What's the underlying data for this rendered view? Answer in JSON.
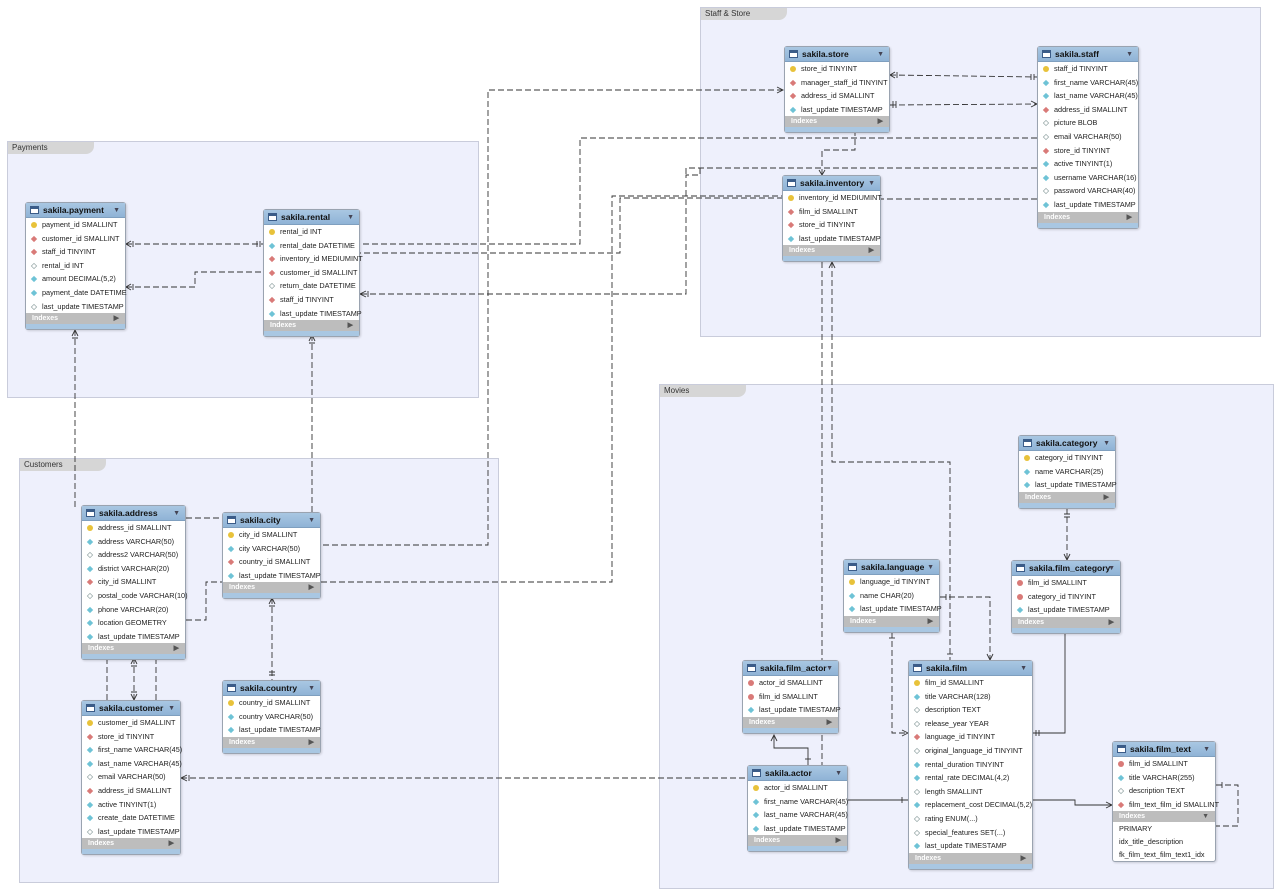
{
  "groups": [
    {
      "id": "g-staff",
      "title": "Staff & Store"
    },
    {
      "id": "g-pay",
      "title": "Payments"
    },
    {
      "id": "g-cust",
      "title": "Customers"
    },
    {
      "id": "g-movies",
      "title": "Movies"
    }
  ],
  "tables": {
    "store": {
      "title": "sakila.store",
      "indexes": "Indexes",
      "cols": [
        {
          "t": "pk",
          "n": "store_id TINYINT"
        },
        {
          "t": "fk",
          "n": "manager_staff_id TINYINT"
        },
        {
          "t": "fk",
          "n": "address_id SMALLINT"
        },
        {
          "t": "nn",
          "n": "last_update TIMESTAMP"
        }
      ]
    },
    "staff": {
      "title": "sakila.staff",
      "indexes": "Indexes",
      "cols": [
        {
          "t": "pk",
          "n": "staff_id TINYINT"
        },
        {
          "t": "nn",
          "n": "first_name VARCHAR(45)"
        },
        {
          "t": "nn",
          "n": "last_name VARCHAR(45)"
        },
        {
          "t": "fk",
          "n": "address_id SMALLINT"
        },
        {
          "t": "nl",
          "n": "picture BLOB"
        },
        {
          "t": "nl",
          "n": "email VARCHAR(50)"
        },
        {
          "t": "fk",
          "n": "store_id TINYINT"
        },
        {
          "t": "nn",
          "n": "active TINYINT(1)"
        },
        {
          "t": "nn",
          "n": "username VARCHAR(16)"
        },
        {
          "t": "nl",
          "n": "password VARCHAR(40)"
        },
        {
          "t": "nn",
          "n": "last_update TIMESTAMP"
        }
      ]
    },
    "inventory": {
      "title": "sakila.inventory",
      "indexes": "Indexes",
      "cols": [
        {
          "t": "pk",
          "n": "inventory_id MEDIUMINT"
        },
        {
          "t": "fk",
          "n": "film_id SMALLINT"
        },
        {
          "t": "fk",
          "n": "store_id TINYINT"
        },
        {
          "t": "nn",
          "n": "last_update TIMESTAMP"
        }
      ]
    },
    "payment": {
      "title": "sakila.payment",
      "indexes": "Indexes",
      "cols": [
        {
          "t": "pk",
          "n": "payment_id SMALLINT"
        },
        {
          "t": "fk",
          "n": "customer_id SMALLINT"
        },
        {
          "t": "fk",
          "n": "staff_id TINYINT"
        },
        {
          "t": "nl",
          "n": "rental_id INT"
        },
        {
          "t": "nn",
          "n": "amount DECIMAL(5,2)"
        },
        {
          "t": "nn",
          "n": "payment_date DATETIME"
        },
        {
          "t": "nl",
          "n": "last_update TIMESTAMP"
        }
      ]
    },
    "rental": {
      "title": "sakila.rental",
      "indexes": "Indexes",
      "cols": [
        {
          "t": "pk",
          "n": "rental_id INT"
        },
        {
          "t": "nn",
          "n": "rental_date DATETIME"
        },
        {
          "t": "fk",
          "n": "inventory_id MEDIUMINT"
        },
        {
          "t": "fk",
          "n": "customer_id SMALLINT"
        },
        {
          "t": "nl",
          "n": "return_date DATETIME"
        },
        {
          "t": "fk",
          "n": "staff_id TINYINT"
        },
        {
          "t": "nn",
          "n": "last_update TIMESTAMP"
        }
      ]
    },
    "address": {
      "title": "sakila.address",
      "indexes": "Indexes",
      "cols": [
        {
          "t": "pk",
          "n": "address_id SMALLINT"
        },
        {
          "t": "nn",
          "n": "address VARCHAR(50)"
        },
        {
          "t": "nl",
          "n": "address2 VARCHAR(50)"
        },
        {
          "t": "nn",
          "n": "district VARCHAR(20)"
        },
        {
          "t": "fk",
          "n": "city_id SMALLINT"
        },
        {
          "t": "nl",
          "n": "postal_code VARCHAR(10)"
        },
        {
          "t": "nn",
          "n": "phone VARCHAR(20)"
        },
        {
          "t": "nn",
          "n": "location GEOMETRY"
        },
        {
          "t": "nn",
          "n": "last_update TIMESTAMP"
        }
      ]
    },
    "city": {
      "title": "sakila.city",
      "indexes": "Indexes",
      "cols": [
        {
          "t": "pk",
          "n": "city_id SMALLINT"
        },
        {
          "t": "nn",
          "n": "city VARCHAR(50)"
        },
        {
          "t": "fk",
          "n": "country_id SMALLINT"
        },
        {
          "t": "nn",
          "n": "last_update TIMESTAMP"
        }
      ]
    },
    "country": {
      "title": "sakila.country",
      "indexes": "Indexes",
      "cols": [
        {
          "t": "pk",
          "n": "country_id SMALLINT"
        },
        {
          "t": "nn",
          "n": "country VARCHAR(50)"
        },
        {
          "t": "nn",
          "n": "last_update TIMESTAMP"
        }
      ]
    },
    "customer": {
      "title": "sakila.customer",
      "indexes": "Indexes",
      "cols": [
        {
          "t": "pk",
          "n": "customer_id SMALLINT"
        },
        {
          "t": "fk",
          "n": "store_id TINYINT"
        },
        {
          "t": "nn",
          "n": "first_name VARCHAR(45)"
        },
        {
          "t": "nn",
          "n": "last_name VARCHAR(45)"
        },
        {
          "t": "nl",
          "n": "email VARCHAR(50)"
        },
        {
          "t": "fk",
          "n": "address_id SMALLINT"
        },
        {
          "t": "nn",
          "n": "active TINYINT(1)"
        },
        {
          "t": "nn",
          "n": "create_date DATETIME"
        },
        {
          "t": "nl",
          "n": "last_update TIMESTAMP"
        }
      ]
    },
    "category": {
      "title": "sakila.category",
      "indexes": "Indexes",
      "cols": [
        {
          "t": "pk",
          "n": "category_id TINYINT"
        },
        {
          "t": "nn",
          "n": "name VARCHAR(25)"
        },
        {
          "t": "nn",
          "n": "last_update TIMESTAMP"
        }
      ]
    },
    "language": {
      "title": "sakila.language",
      "indexes": "Indexes",
      "cols": [
        {
          "t": "pk",
          "n": "language_id TINYINT"
        },
        {
          "t": "nn",
          "n": "name CHAR(20)"
        },
        {
          "t": "nn",
          "n": "last_update TIMESTAMP"
        }
      ]
    },
    "film_category": {
      "title": "sakila.film_category",
      "indexes": "Indexes",
      "cols": [
        {
          "t": "pf",
          "n": "film_id SMALLINT"
        },
        {
          "t": "pf",
          "n": "category_id TINYINT"
        },
        {
          "t": "nn",
          "n": "last_update TIMESTAMP"
        }
      ]
    },
    "film_actor": {
      "title": "sakila.film_actor",
      "indexes": "Indexes",
      "cols": [
        {
          "t": "pf",
          "n": "actor_id SMALLINT"
        },
        {
          "t": "pf",
          "n": "film_id SMALLINT"
        },
        {
          "t": "nn",
          "n": "last_update TIMESTAMP"
        }
      ]
    },
    "film": {
      "title": "sakila.film",
      "indexes": "Indexes",
      "cols": [
        {
          "t": "pk",
          "n": "film_id SMALLINT"
        },
        {
          "t": "nn",
          "n": "title VARCHAR(128)"
        },
        {
          "t": "nl",
          "n": "description TEXT"
        },
        {
          "t": "nl",
          "n": "release_year YEAR"
        },
        {
          "t": "fk",
          "n": "language_id TINYINT"
        },
        {
          "t": "nl",
          "n": "original_language_id TINYINT"
        },
        {
          "t": "nn",
          "n": "rental_duration TINYINT"
        },
        {
          "t": "nn",
          "n": "rental_rate DECIMAL(4,2)"
        },
        {
          "t": "nl",
          "n": "length SMALLINT"
        },
        {
          "t": "nn",
          "n": "replacement_cost DECIMAL(5,2)"
        },
        {
          "t": "nl",
          "n": "rating ENUM(...)"
        },
        {
          "t": "nl",
          "n": "special_features SET(...)"
        },
        {
          "t": "nn",
          "n": "last_update TIMESTAMP"
        }
      ]
    },
    "actor": {
      "title": "sakila.actor",
      "indexes": "Indexes",
      "cols": [
        {
          "t": "pk",
          "n": "actor_id SMALLINT"
        },
        {
          "t": "nn",
          "n": "first_name VARCHAR(45)"
        },
        {
          "t": "nn",
          "n": "last_name VARCHAR(45)"
        },
        {
          "t": "nn",
          "n": "last_update TIMESTAMP"
        }
      ]
    },
    "film_text": {
      "title": "sakila.film_text",
      "indexes": "Indexes",
      "cols": [
        {
          "t": "pf",
          "n": "film_id SMALLINT"
        },
        {
          "t": "nn",
          "n": "title VARCHAR(255)"
        },
        {
          "t": "nl",
          "n": "description TEXT"
        },
        {
          "t": "fk",
          "n": "film_text_film_id SMALLINT"
        }
      ],
      "index_items": [
        "PRIMARY",
        "idx_title_description",
        "fk_film_text_film_text1_idx"
      ]
    }
  },
  "colors": {
    "group_bg": "#eef0fc",
    "header": "#9fbfde",
    "index_bar": "#bdbdbd",
    "line": "#333333"
  }
}
